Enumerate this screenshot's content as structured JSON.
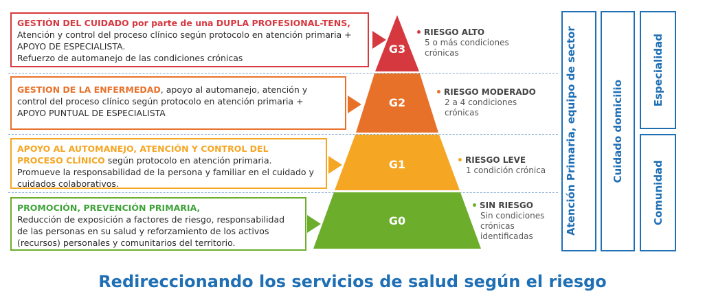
{
  "levels": {
    "g3": {
      "code": "G3",
      "header": "GESTIÓN DEL CUIDADO por parte de una DUPLA PROFESIONAL-TENS,",
      "line1": "Atención y control del proceso clínico según protocolo en atención primaria +",
      "line2": "APOYO DE ESPECIALISTA.",
      "line3": "Refuerzo de automanejo de las condiciones crónicas",
      "risk_title": "RIESGO ALTO",
      "risk_desc1": "5 o más condiciones",
      "risk_desc2": "crónicas"
    },
    "g2": {
      "code": "G2",
      "header": "GESTION DE LA ENFERMEDAD",
      "header_rest": ",  apoyo al  automanejo, atención y",
      "line1": "control del proceso clínico según protocolo en atención primaria +",
      "line2": "APOYO PUNTUAL DE ESPECIALISTA",
      "risk_title": "RIESGO MODERADO",
      "risk_desc1": "2 a 4 condiciones",
      "risk_desc2": "crónicas"
    },
    "g1": {
      "code": "G1",
      "header1": "APOYO AL AUTOMANEJO, ATENCIÓN Y CONTROL DEL",
      "header2": "PROCESO CLÍNICO",
      "header2_rest": " según protocolo en atención primaria.",
      "line1": "Promueve la responsabilidad de la persona y familiar en el cuidado y",
      "line2": "cuidados colaborativos.",
      "risk_title": "RIESGO LEVE",
      "risk_desc1": "1 condición crónica"
    },
    "g0": {
      "code": "G0",
      "header": "PROMOCIÓN, PREVENCIÓN PRIMARIA,",
      "line1": "Reducción de exposición a factores de riesgo, responsabilidad",
      "line2": "de las personas en su salud y reforzamiento de los activos",
      "line3": "(recursos) personales y comunitarios del territorio.",
      "risk_title": "SIN RIESGO",
      "risk_desc1": "Sin condiciones",
      "risk_desc2": "crónicas",
      "risk_desc3": "identificadas"
    }
  },
  "side_labels": {
    "atencion_primaria": "Atención Primaria, equipo de sector",
    "cuidado_domicilio": "Cuidado domicilio",
    "especialidad": "Especialidad",
    "comunidad": "Comunidad"
  },
  "footer_title": "Redireccionando los servicios de salud según el riesgo",
  "colors": {
    "g3": "#d6383f",
    "g2": "#e8712a",
    "g1": "#f5a623",
    "g0": "#6cad2c",
    "blue": "#1f6fb5"
  }
}
